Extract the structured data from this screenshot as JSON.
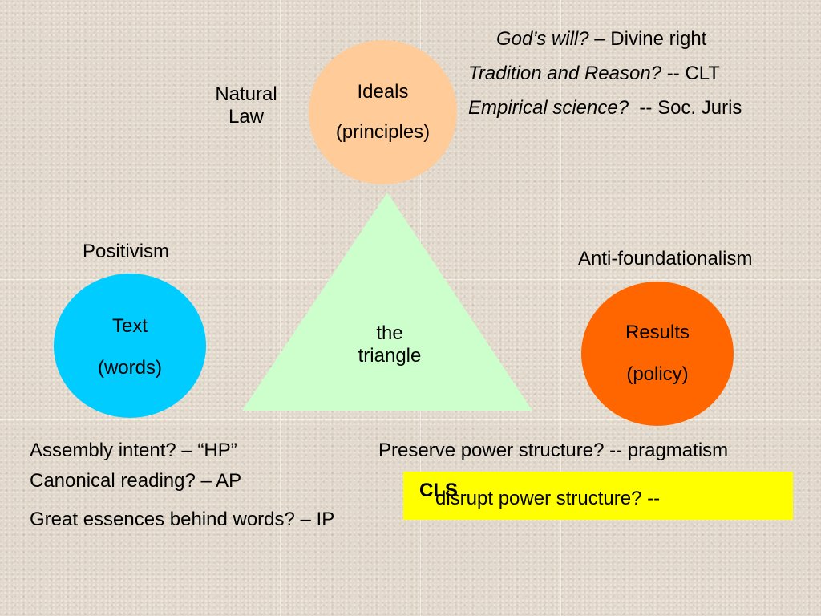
{
  "ideals": {
    "title": "Ideals",
    "subtitle": "(principles)"
  },
  "text_circle": {
    "title": "Text",
    "subtitle": "(words)"
  },
  "results": {
    "title": "Results",
    "subtitle": "(policy)"
  },
  "triangle": {
    "line1": "the",
    "line2": "triangle"
  },
  "labels": {
    "natural_law_1": "Natural",
    "natural_law_2": "Law",
    "positivism": "Positivism",
    "anti_foundationalism": "Anti-foundationalism"
  },
  "ideal_sources": [
    {
      "question": "God’s will?",
      "answer": " – Divine right"
    },
    {
      "question": "Tradition and Reason?",
      "answer": " -- CLT"
    },
    {
      "question": "Empirical science?",
      "answer": "  -- Soc. Juris"
    }
  ],
  "text_methods": [
    "Assembly intent? – “HP”",
    "Canonical reading? – AP",
    "Great essences behind words? – IP"
  ],
  "results_methods": {
    "preserve": "Preserve power structure? -- pragmatism",
    "disrupt_prefix": "disrupt power structure? -- ",
    "disrupt_bold": "CLS"
  },
  "colors": {
    "ideals_fill": "#ffcc99",
    "text_fill": "#00ccff",
    "results_fill": "#ff6600",
    "triangle_fill": "#ccffcc",
    "highlight": "#ffff00"
  }
}
